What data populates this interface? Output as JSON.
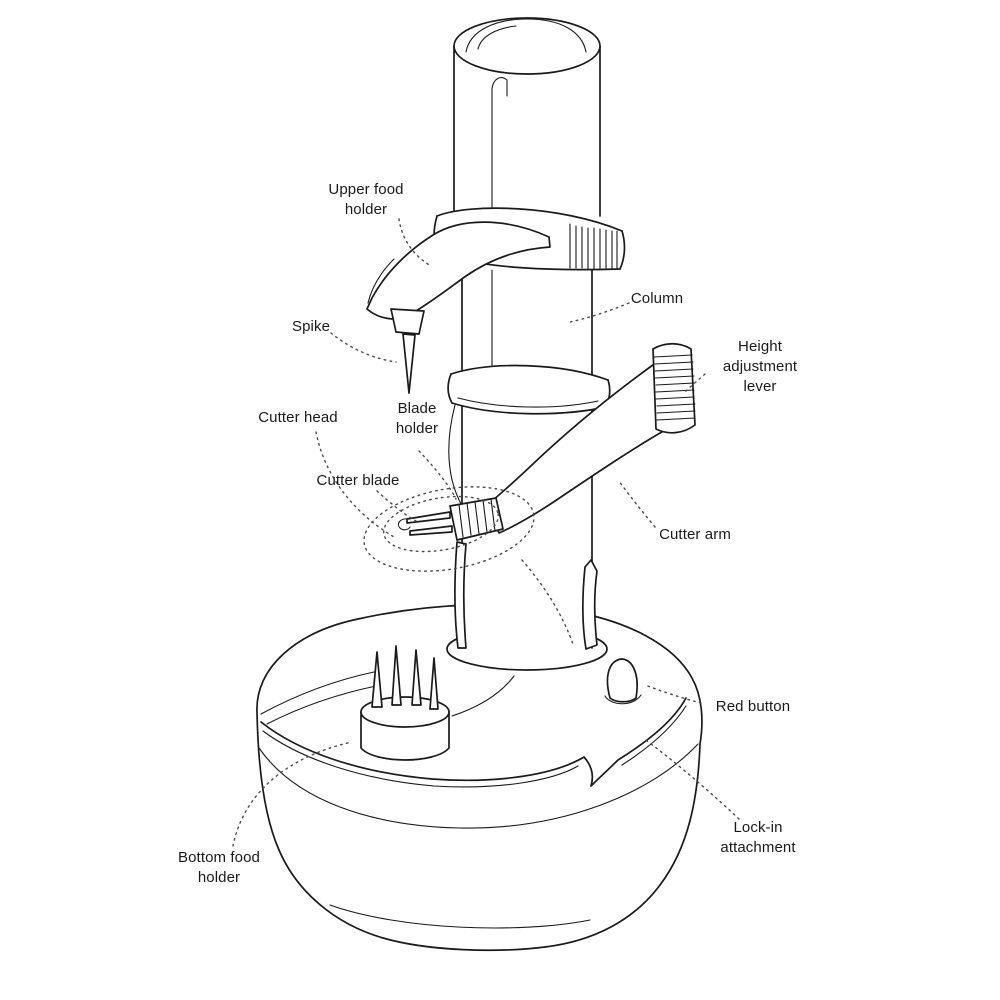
{
  "diagram": {
    "colors": {
      "line": "#1a1a1a",
      "background": "#ffffff",
      "leader": "#4a4a4a"
    },
    "labels": {
      "upper_food_holder": "Upper food holder",
      "spike": "Spike",
      "column": "Column",
      "height_adjustment_lever": "Height adjustment lever",
      "cutter_head": "Cutter head",
      "blade_holder": "Blade holder",
      "cutter_blade": "Cutter blade",
      "cutter_arm": "Cutter arm",
      "red_button": "Red button",
      "lock_in_attachment": "Lock-in attachment",
      "bottom_food_holder": "Bottom food holder"
    }
  }
}
